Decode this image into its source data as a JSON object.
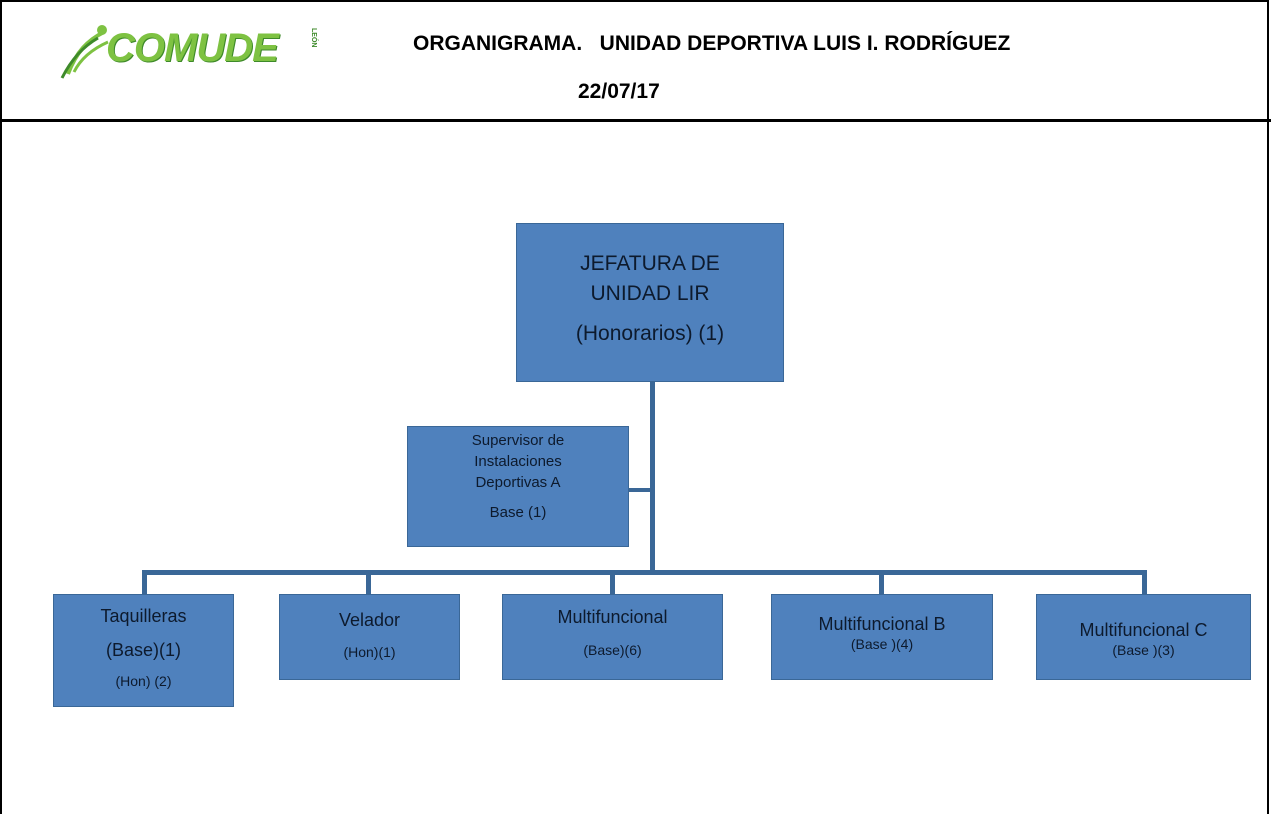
{
  "header": {
    "logo_text": "COMUDE",
    "logo_side_text": "LEÓN",
    "title": "ORGANIGRAMA.   UNIDAD DEPORTIVA LUIS I. RODRÍGUEZ",
    "date": "22/07/17"
  },
  "org": {
    "head": {
      "line1": "JEFATURA DE",
      "line2": "UNIDAD LIR",
      "line3": "(Honorarios) (1)"
    },
    "staff": {
      "line1": "Supervisor de",
      "line2": "Instalaciones",
      "line3": "Deportivas A",
      "line4": "Base (1)"
    },
    "units": [
      {
        "name": "Taquilleras",
        "detail1": "(Base)(1)",
        "detail2": "(Hon) (2)"
      },
      {
        "name": "Velador",
        "detail1": "(Hon)(1)"
      },
      {
        "name": "Multifuncional",
        "detail1": "(Base)(6)"
      },
      {
        "name": "Multifuncional B",
        "detail1": "(Base )(4)"
      },
      {
        "name": "Multifuncional C",
        "detail1": "(Base )(3)"
      }
    ]
  },
  "colors": {
    "box_fill": "#4f81bd",
    "connector": "#3a6797",
    "logo_green": "#7ec242"
  }
}
